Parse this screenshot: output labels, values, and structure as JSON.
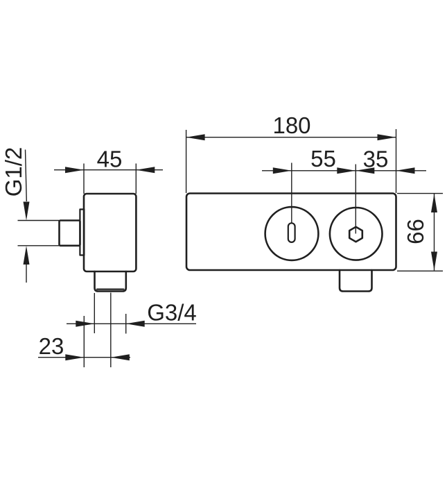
{
  "colors": {
    "line": "#1f1f1f",
    "background": "#ffffff"
  },
  "drawing": {
    "side_view": {
      "depth": "45",
      "inlet_thread": "G1/2",
      "outlet_thread": "G3/4",
      "outlet_offset": "23"
    },
    "front_view": {
      "width": "180",
      "handle_spacing": "55",
      "handle_to_edge": "35",
      "height": "66"
    }
  }
}
